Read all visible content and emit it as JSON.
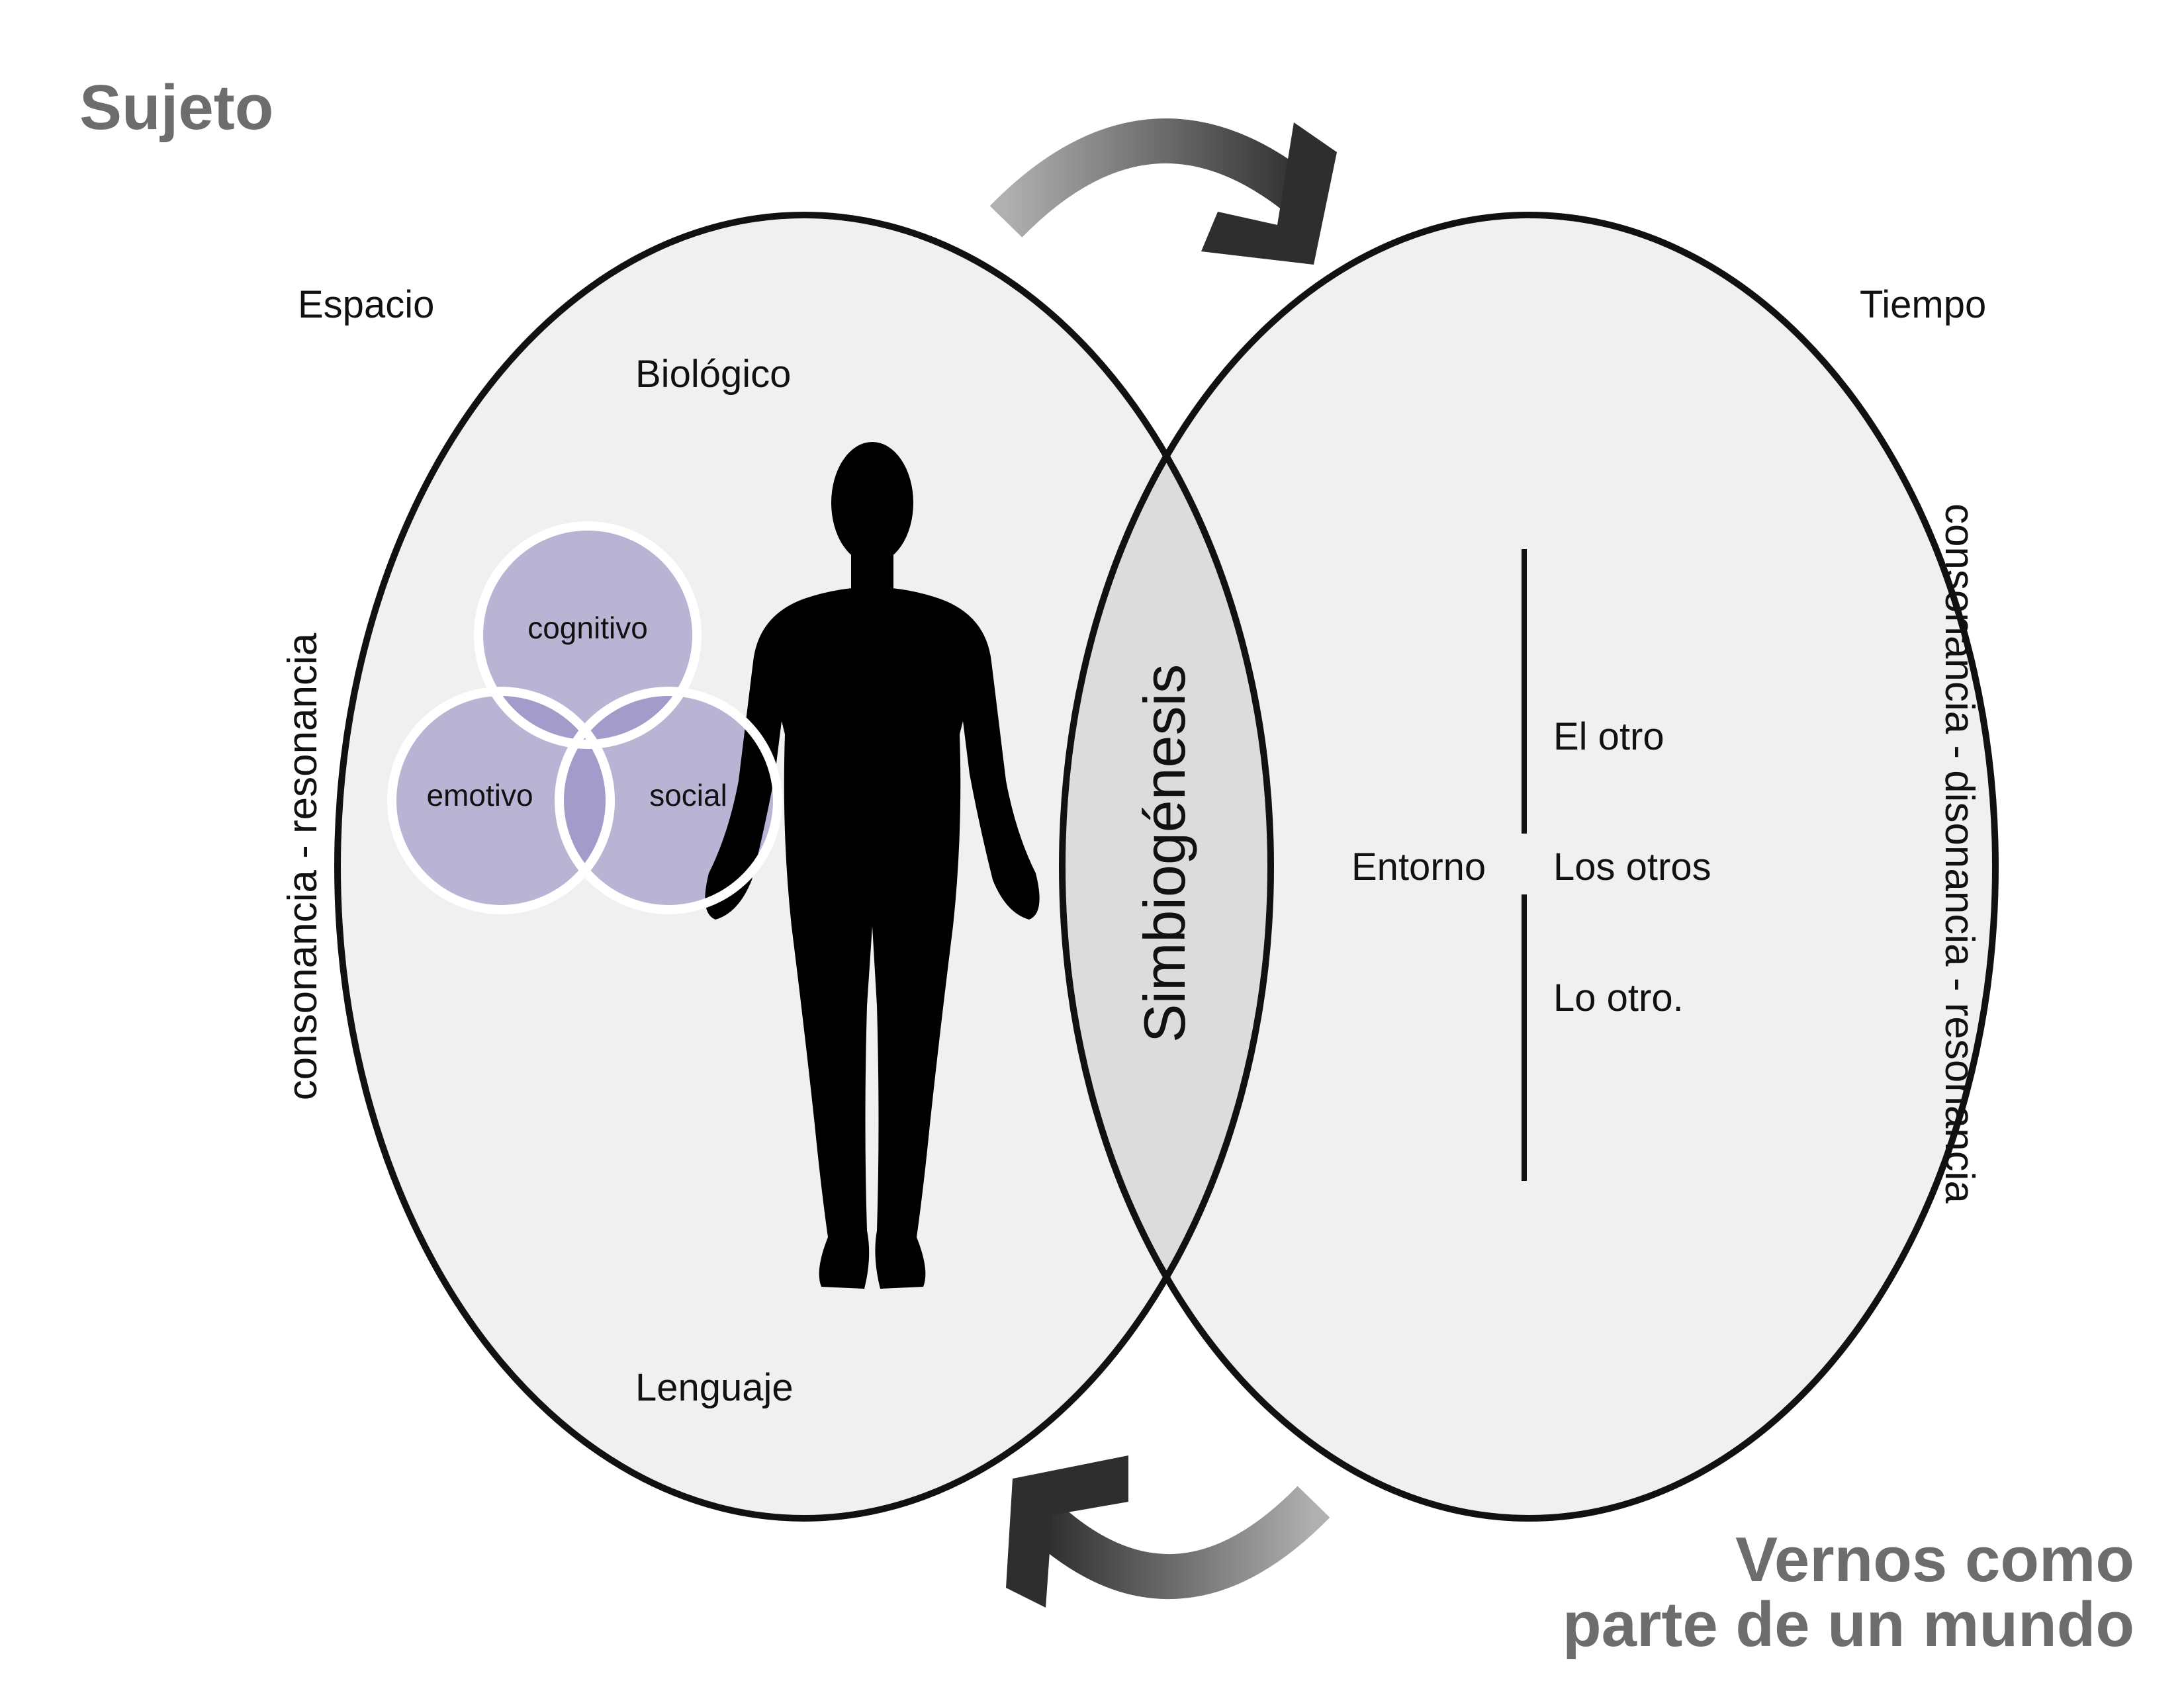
{
  "title": "Sujeto",
  "footer_line1": "Vernos como",
  "footer_line2": "parte de un mundo",
  "labels": {
    "espacio": "Espacio",
    "tiempo": "Tiempo",
    "biologico": "Biológico",
    "lenguaje": "Lenguaje",
    "center": "Simbiogénesis",
    "entorno": "Entorno",
    "el_otro": "El otro",
    "los_otros": "Los otros",
    "lo_otro": "Lo otro.",
    "left_vertical": "consonancia - resonancia",
    "right_vertical": "consonancia - disonancia - resonancia"
  },
  "venn": {
    "top": "cognitivo",
    "left": "emotivo",
    "right": "social"
  },
  "colors": {
    "ellipse_fill": "#f0f0f0",
    "intersection_fill": "#dcdcdc",
    "outline": "#111111",
    "venn_fill": "#b9b4d4",
    "venn_overlap": "#a39bc9",
    "venn_stroke": "#ffffff",
    "silhouette": "#000000",
    "heading_gray": "#6d6d6d",
    "arrow_dark": "#2e2e2e",
    "arrow_light": "#b0b0b0"
  },
  "icons": [
    "human-silhouette-icon",
    "cycle-arrow-top-icon",
    "cycle-arrow-bottom-icon"
  ]
}
